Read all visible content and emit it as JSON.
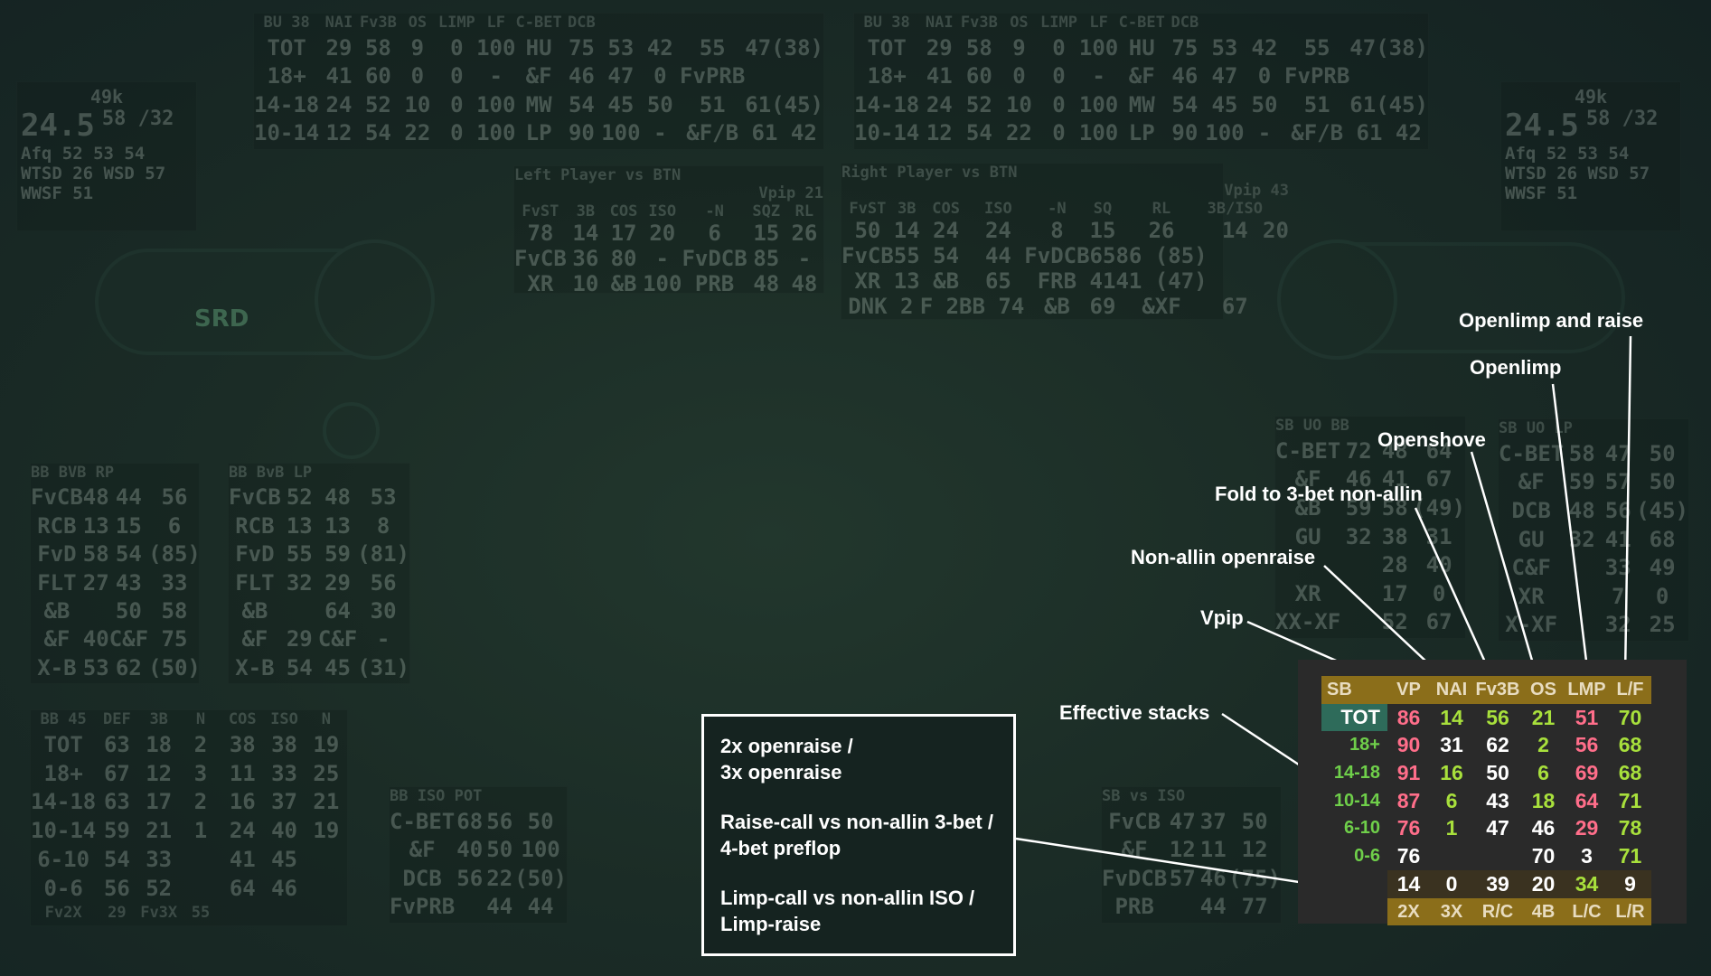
{
  "background": {
    "top_left_hud": {
      "headers": [
        "BU 38",
        "NAI",
        "Fv3B",
        "OS",
        "LIMP",
        "LF",
        "C-BET",
        "DCB"
      ],
      "rows": [
        [
          "TOT",
          "29",
          "58",
          "9",
          "0",
          "100",
          "HU",
          "75",
          "53",
          "42",
          "55",
          "47(38)"
        ],
        [
          "18+",
          "41",
          "60",
          "0",
          "0",
          "-",
          "&F",
          "46",
          "47",
          "0",
          "FvPRB",
          ""
        ],
        [
          "14-18",
          "24",
          "52",
          "10",
          "0",
          "100",
          "MW",
          "54",
          "45",
          "50",
          "51",
          "61(45)"
        ],
        [
          "10-14",
          "12",
          "54",
          "22",
          "0",
          "100",
          "LP",
          "90",
          "100",
          "-",
          "&F/B",
          "61 42"
        ]
      ]
    },
    "top_right_hud": {
      "headers": [
        "BU 38",
        "NAI",
        "Fv3B",
        "OS",
        "LIMP",
        "LF",
        "C-BET",
        "DCB"
      ],
      "rows": [
        [
          "TOT",
          "29",
          "58",
          "9",
          "0",
          "100",
          "HU",
          "75",
          "53",
          "42",
          "55",
          "47(38)"
        ],
        [
          "18+",
          "41",
          "60",
          "0",
          "0",
          "-",
          "&F",
          "46",
          "47",
          "0",
          "FvPRB",
          ""
        ],
        [
          "14-18",
          "24",
          "52",
          "10",
          "0",
          "100",
          "MW",
          "54",
          "45",
          "50",
          "51",
          "61(45)"
        ],
        [
          "10-14",
          "12",
          "54",
          "22",
          "0",
          "100",
          "LP",
          "90",
          "100",
          "-",
          "&F/B",
          "61 42"
        ]
      ]
    },
    "player_left": {
      "stack": "49k",
      "bb": "24.5",
      "ratio": "58 /32",
      "afq": "Afq 52 53 54",
      "wtsd": "WTSD 26",
      "wsd": "WSD 57",
      "wwsf": "WWSF 51"
    },
    "player_right": {
      "stack": "49k",
      "bb": "24.5",
      "ratio": "58 /32",
      "afq": "Afq 52 53 54",
      "wtsd": "WTSD 26",
      "wsd": "WSD 57",
      "wwsf": "WWSF 51"
    },
    "left_vs_btn": {
      "title": "Left Player vs BTN",
      "vpip": "Vpip 21",
      "headers": [
        "FvST",
        "3B",
        "COS",
        "ISO",
        "-N",
        "SQZ",
        "RL"
      ],
      "rows": [
        [
          "78",
          "14",
          "17",
          "20",
          "6",
          "15",
          "26"
        ],
        [
          "FvCB",
          "36",
          "80",
          "-",
          "FvDCB",
          "85",
          "-"
        ],
        [
          "XR",
          "10",
          "&B",
          "100",
          "PRB",
          "48",
          "48"
        ]
      ]
    },
    "right_vs_btn": {
      "title": "Right Player vs BTN",
      "vpip": "Vpip 43",
      "headers": [
        "FvST",
        "3B",
        "COS",
        "ISO",
        "-N",
        "SQ",
        "RL",
        "3B/ISO"
      ],
      "rows": [
        [
          "50",
          "14",
          "24",
          "24",
          "8",
          "15",
          "26",
          "14",
          "20"
        ],
        [
          "FvCB",
          "55",
          "54",
          "44",
          "FvDCB",
          "65",
          "86 (85)"
        ],
        [
          "XR",
          "13",
          "&B",
          "65",
          "FRB",
          "41",
          "41 (47)"
        ],
        [
          "DNK",
          "2",
          "F 2B",
          "B 74",
          "&B",
          "69",
          "&XF",
          "67"
        ]
      ]
    },
    "bvb_rp": {
      "title": "BB  BVB RP",
      "rows": [
        [
          "FvCB",
          "48",
          "44",
          "56"
        ],
        [
          "RCB",
          "13",
          "15",
          "6"
        ],
        [
          "FvD",
          "58",
          "54",
          "(85)"
        ],
        [
          "FLT",
          "27",
          "43",
          "33"
        ],
        [
          "&B",
          "",
          "50",
          "58"
        ],
        [
          "&F",
          "40",
          "C&F",
          "75"
        ],
        [
          "X-B",
          "53",
          "62",
          "(50)"
        ]
      ]
    },
    "bvb_lp": {
      "title": "BB  BvB LP",
      "rows": [
        [
          "FvCB",
          "52",
          "48",
          "53"
        ],
        [
          "RCB",
          "13",
          "13",
          "8"
        ],
        [
          "FvD",
          "55",
          "59",
          "(81)"
        ],
        [
          "FLT",
          "32",
          "29",
          "56"
        ],
        [
          "&B",
          "",
          "64",
          "30"
        ],
        [
          "&F",
          "29",
          "C&F",
          "-"
        ],
        [
          "X-B",
          "54",
          "45",
          "(31)"
        ]
      ]
    },
    "bb_def": {
      "headers": [
        "BB 45",
        "DEF",
        "3B",
        "N",
        "COS",
        "ISO",
        "N"
      ],
      "rows": [
        [
          "TOT",
          "63",
          "18",
          "2",
          "38",
          "38",
          "19"
        ],
        [
          "18+",
          "67",
          "12",
          "3",
          "11",
          "33",
          "25"
        ],
        [
          "14-18",
          "63",
          "17",
          "2",
          "16",
          "37",
          "21"
        ],
        [
          "10-14",
          "59",
          "21",
          "1",
          "24",
          "40",
          "19"
        ],
        [
          "6-10",
          "54",
          "33",
          "",
          "41",
          "45",
          ""
        ],
        [
          "0-6",
          "56",
          "52",
          "",
          "64",
          "46",
          ""
        ]
      ],
      "footer": [
        "Fv2X",
        "29",
        "Fv3X",
        "55"
      ]
    },
    "iso_pot": {
      "title": "BB  ISO POT",
      "rows": [
        [
          "C-BET",
          "68",
          "56",
          "50"
        ],
        [
          "&F",
          "40",
          "50",
          "100"
        ],
        [
          "DCB",
          "56",
          "22",
          "(50)"
        ],
        [
          "FvPRB",
          "",
          "44",
          "44"
        ]
      ]
    },
    "uo_bb": {
      "title": "SB  UO BB",
      "rows": [
        [
          "C-BET",
          "72",
          "48",
          "64"
        ],
        [
          "&F",
          "46",
          "41",
          "67"
        ],
        [
          "&B",
          "59",
          "58",
          "(49)"
        ],
        [
          "GU",
          "32",
          "38",
          "31"
        ],
        [
          "",
          "",
          "28",
          "40"
        ],
        [
          "XR",
          "",
          "17",
          "0"
        ],
        [
          "XX-XF",
          "",
          "52",
          "67"
        ]
      ]
    },
    "uo_lp": {
      "title": "SB  UO LP",
      "rows": [
        [
          "C-BET",
          "58",
          "47",
          "50"
        ],
        [
          "&F",
          "59",
          "57",
          "50"
        ],
        [
          "DCB",
          "48",
          "56",
          "(45)"
        ],
        [
          "GU",
          "32",
          "41",
          "68"
        ],
        [
          "C&F",
          "",
          "33",
          "49"
        ],
        [
          "XR",
          "",
          "7",
          "0"
        ],
        [
          "X-XF",
          "",
          "32",
          "25"
        ]
      ]
    },
    "vs_iso": {
      "title": "SB  vs ISO",
      "rows": [
        [
          "FvCB",
          "47",
          "37",
          "50"
        ],
        [
          "&F",
          "12",
          "11",
          "12"
        ],
        [
          "FvDCB",
          "57",
          "46",
          "(75)"
        ],
        [
          "PRB",
          "",
          "44",
          "77"
        ]
      ]
    },
    "seat_label": "SRD"
  },
  "sb_hud": {
    "headers": [
      "SB",
      "VP",
      "NAI",
      "Fv3B",
      "OS",
      "LMP",
      "L/F"
    ],
    "rows": [
      {
        "label": "TOT",
        "cells": [
          [
            "86",
            "pink"
          ],
          [
            "14",
            "green"
          ],
          [
            "56",
            "green"
          ],
          [
            "21",
            "green"
          ],
          [
            "51",
            "pink"
          ],
          [
            "70",
            "green"
          ]
        ]
      },
      {
        "label": "18+",
        "cells": [
          [
            "90",
            "pink"
          ],
          [
            "31",
            "white"
          ],
          [
            "62",
            "white"
          ],
          [
            "2",
            "green"
          ],
          [
            "56",
            "pink"
          ],
          [
            "68",
            "green"
          ]
        ]
      },
      {
        "label": "14-18",
        "cells": [
          [
            "91",
            "pink"
          ],
          [
            "16",
            "green"
          ],
          [
            "50",
            "white"
          ],
          [
            "6",
            "green"
          ],
          [
            "69",
            "pink"
          ],
          [
            "68",
            "green"
          ]
        ]
      },
      {
        "label": "10-14",
        "cells": [
          [
            "87",
            "pink"
          ],
          [
            "6",
            "green"
          ],
          [
            "43",
            "white"
          ],
          [
            "18",
            "green"
          ],
          [
            "64",
            "pink"
          ],
          [
            "71",
            "green"
          ]
        ]
      },
      {
        "label": "6-10",
        "cells": [
          [
            "76",
            "pink"
          ],
          [
            "1",
            "green"
          ],
          [
            "47",
            "white"
          ],
          [
            "46",
            "white"
          ],
          [
            "29",
            "pink"
          ],
          [
            "78",
            "green"
          ]
        ]
      },
      {
        "label": "0-6",
        "cells": [
          [
            "76",
            "white"
          ],
          [
            "",
            ""
          ],
          [
            "",
            ""
          ],
          [
            "70",
            "white"
          ],
          [
            "3",
            "white"
          ],
          [
            "71",
            "green"
          ]
        ]
      }
    ],
    "extra_row": [
      [
        "14",
        "white"
      ],
      [
        "0",
        "white"
      ],
      [
        "39",
        "white"
      ],
      [
        "20",
        "white"
      ],
      [
        "34",
        "green"
      ],
      [
        "9",
        "white"
      ]
    ],
    "footer": [
      "2X",
      "3X",
      "R/C",
      "4B",
      "L/C",
      "L/R"
    ]
  },
  "annotations": {
    "openlimp_raise": "Openlimp and raise",
    "openlimp": "Openlimp",
    "openshove": "Openshove",
    "fold_3bet": "Fold to 3-bet non-allin",
    "nonallin_openraise": "Non-allin openraise",
    "vpip": "Vpip",
    "effective_stacks": "Effective stacks"
  },
  "legend": {
    "line1a": "2x openraise /",
    "line1b": "3x openraise",
    "line2a": "Raise-call vs non-allin 3-bet /",
    "line2b": "4-bet preflop",
    "line3a": "Limp-call vs non-allin ISO /",
    "line3b": "Limp-raise"
  }
}
